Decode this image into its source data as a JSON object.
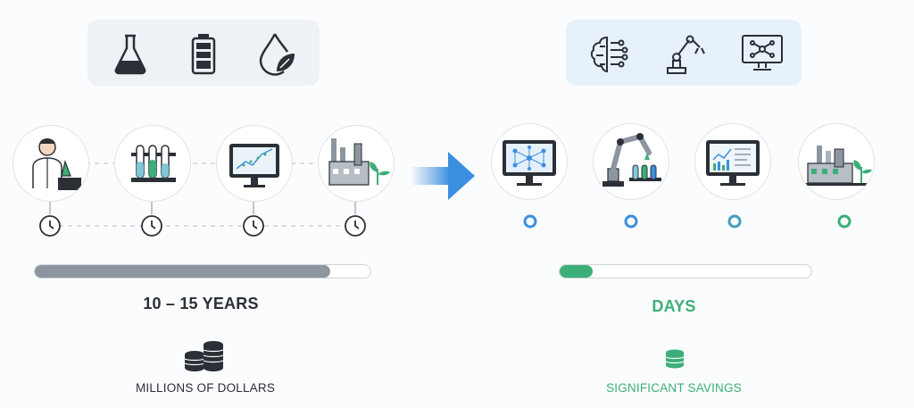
{
  "left": {
    "time_label": "10 – 15 YEARS",
    "cost_label": "MILLIONS OF DOLLARS",
    "progress": 0.88,
    "top_icons": [
      "flask-icon",
      "battery-icon",
      "water-leaf-icon"
    ],
    "stage_icons": [
      "scientist-icon",
      "test-tubes-icon",
      "monitor-chart-icon",
      "factory-icon"
    ]
  },
  "right": {
    "time_label": "DAYS",
    "cost_label": "SIGNIFICANT SAVINGS",
    "progress": 0.13,
    "top_icons": [
      "ai-brain-icon",
      "robot-arm-icon",
      "monitor-network-icon"
    ],
    "stage_icons": [
      "monitor-neural-net-icon",
      "robot-lab-icon",
      "monitor-analytics-icon",
      "green-factory-icon"
    ]
  },
  "colors": {
    "dark_text": "#2b2f36",
    "green_accent": "#3caf78",
    "blue_accent": "#3b8fe0",
    "gray_bar": "#8d969f"
  }
}
